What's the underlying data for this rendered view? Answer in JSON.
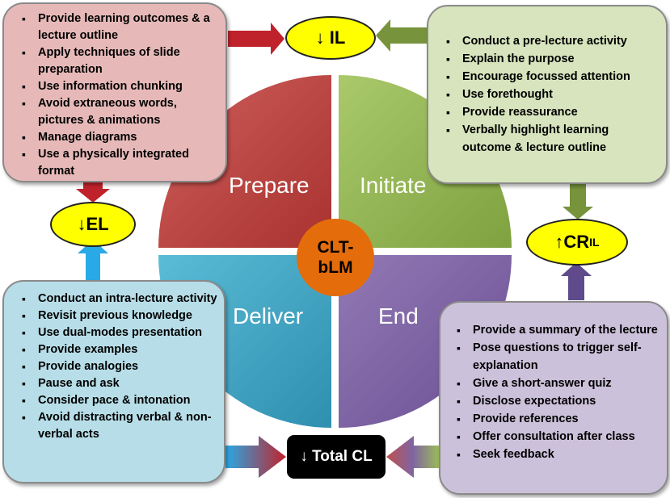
{
  "model": {
    "center_line1": "CLT-",
    "center_line2": "bLM",
    "quadrants": {
      "prepare": "Prepare",
      "initiate": "Initiate",
      "deliver": "Deliver",
      "end": "End"
    }
  },
  "prepare_box": {
    "items": [
      "Provide learning outcomes & a lecture outline",
      "Apply techniques of slide preparation",
      "Use information chunking",
      "Avoid extraneous words, pictures & animations",
      "Manage diagrams",
      "Use a physically integrated format"
    ]
  },
  "initiate_box": {
    "items": [
      "Conduct a pre-lecture activity",
      "Explain the purpose",
      "Encourage focussed attention",
      "Use forethought",
      "Provide reassurance",
      "Verbally highlight  learning outcome &  lecture outline"
    ]
  },
  "deliver_box": {
    "items": [
      "Conduct an intra-lecture activity",
      "Revisit previous knowledge",
      "Use dual-modes presentation",
      "Provide examples",
      "Provide analogies",
      "Pause and ask",
      "Consider pace & intonation",
      "Avoid distracting verbal & non-verbal acts"
    ]
  },
  "end_box": {
    "items": [
      "Provide a summary of the lecture",
      "Pose questions to trigger self-explanation",
      "Give a short-answer quiz",
      "Disclose expectations",
      "Provide references",
      "Offer consultation after class",
      "Seek feedback"
    ]
  },
  "ovals": {
    "il": "↓ IL",
    "el": "↓EL",
    "cr_main": "↑CR",
    "cr_sub": "IL"
  },
  "total": "↓ Total CL",
  "colors": {
    "prepare": "#c0504d",
    "initiate": "#9bbb59",
    "deliver": "#4bacc6",
    "end": "#8064a2",
    "center": "#e46c0a",
    "oval": "#ffff00"
  }
}
